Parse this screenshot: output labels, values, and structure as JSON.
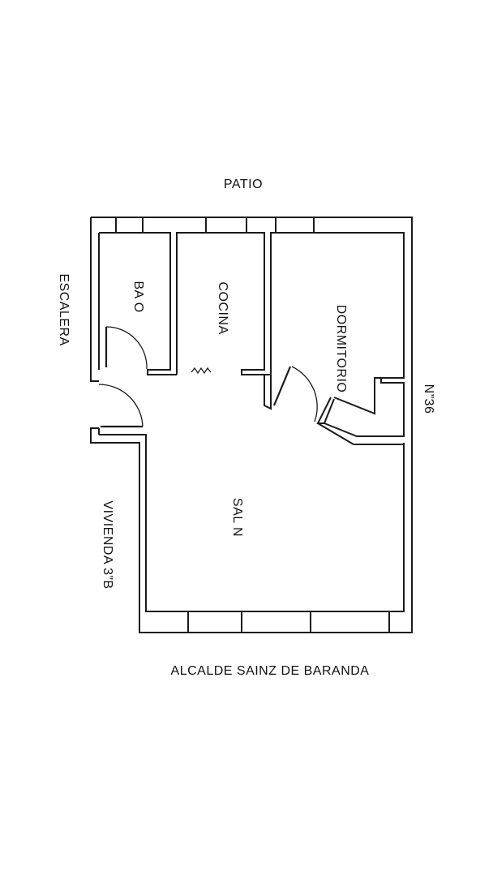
{
  "plan": {
    "surroundings": {
      "top": "PATIO",
      "left_top": "ESCALERA",
      "left_bottom": "VIVIENDA 3”B",
      "right": "N”36",
      "bottom": "ALCALDE SAINZ DE BARANDA"
    },
    "rooms": [
      {
        "id": "bano",
        "label": "BA O"
      },
      {
        "id": "cocina",
        "label": "COCINA"
      },
      {
        "id": "dormitorio",
        "label": "DORMITORIO"
      },
      {
        "id": "salon",
        "label": "SAL N"
      }
    ],
    "colors": {
      "line": "#1a1a1a",
      "background": "#ffffff"
    }
  }
}
